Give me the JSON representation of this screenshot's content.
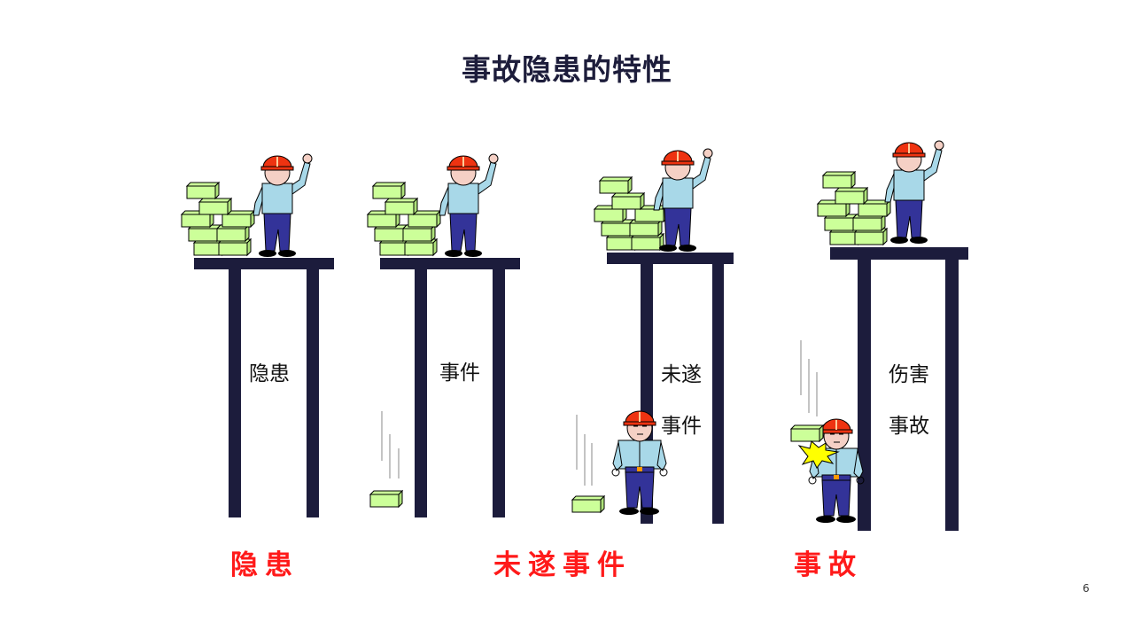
{
  "slide": {
    "title": "事故隐患的特性",
    "page_number": "6"
  },
  "scenes": [
    {
      "label_lines": [
        "隐患"
      ]
    },
    {
      "label_lines": [
        "事件"
      ]
    },
    {
      "label_lines": [
        "未遂",
        "事件"
      ]
    },
    {
      "label_lines": [
        "伤害",
        "事故"
      ]
    }
  ],
  "categories": [
    "隐患",
    "未遂事件",
    "事故"
  ],
  "colors": {
    "title": "#1d1d3b",
    "category_text": "#ff1a1a",
    "scaffold": "#1c1c3c",
    "brick": "#ccff99",
    "helmet": "#ee3311",
    "shirt": "#a8d8e8",
    "pants": "#333399",
    "impact": "#ffff00"
  },
  "icons": [
    "scaffold-icon",
    "brick-icon",
    "worker-icon",
    "helmet-icon",
    "impact-star-icon"
  ]
}
